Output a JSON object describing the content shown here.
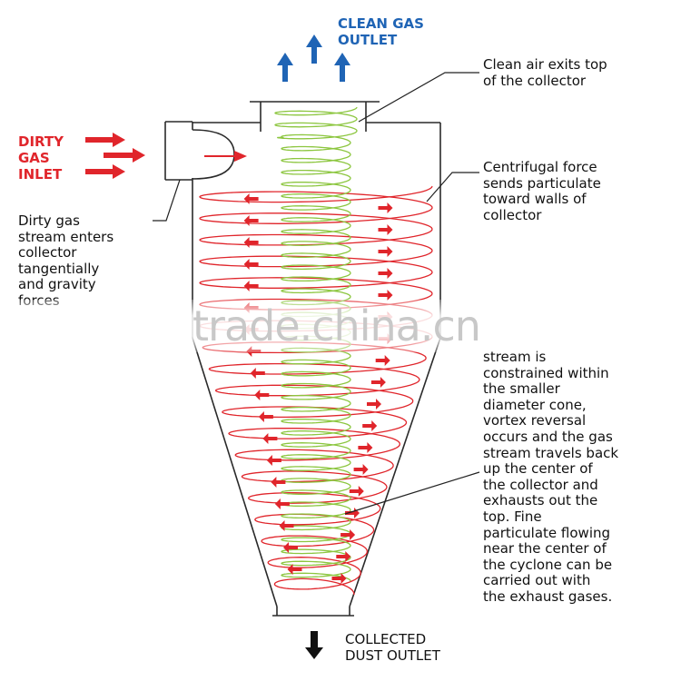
{
  "labels": {
    "clean_gas_outlet": "CLEAN GAS\nOUTLET",
    "dirty_gas_inlet": "DIRTY\nGAS\nINLET",
    "clean_air_exits": "Clean air exits top\nof the collector",
    "centrifugal_force": "Centrifugal force\nsends particulate\ntoward walls of\ncollector",
    "dirty_gas_stream": "Dirty gas\nstream enters\ncollector\ntangentially\nand gravity\nforces",
    "vortex_description": "stream is\nconstrained within\nthe smaller\ndiameter cone,\nvortex reversal\noccurs and the gas\nstream travels back\nup the center of\nthe collector and\nexhausts out the\ntop. Fine\nparticulate flowing\nnear the center of\nthe cyclone can be\ncarried out with\nthe exhaust gases.",
    "collected_dust_outlet": "COLLECTED\nDUST OUTLET"
  },
  "watermark": "trade.china.cn",
  "colors": {
    "red": "#e0252b",
    "blue": "#1f64b5",
    "green": "#8cc63f",
    "outline": "#2a2a2a"
  }
}
